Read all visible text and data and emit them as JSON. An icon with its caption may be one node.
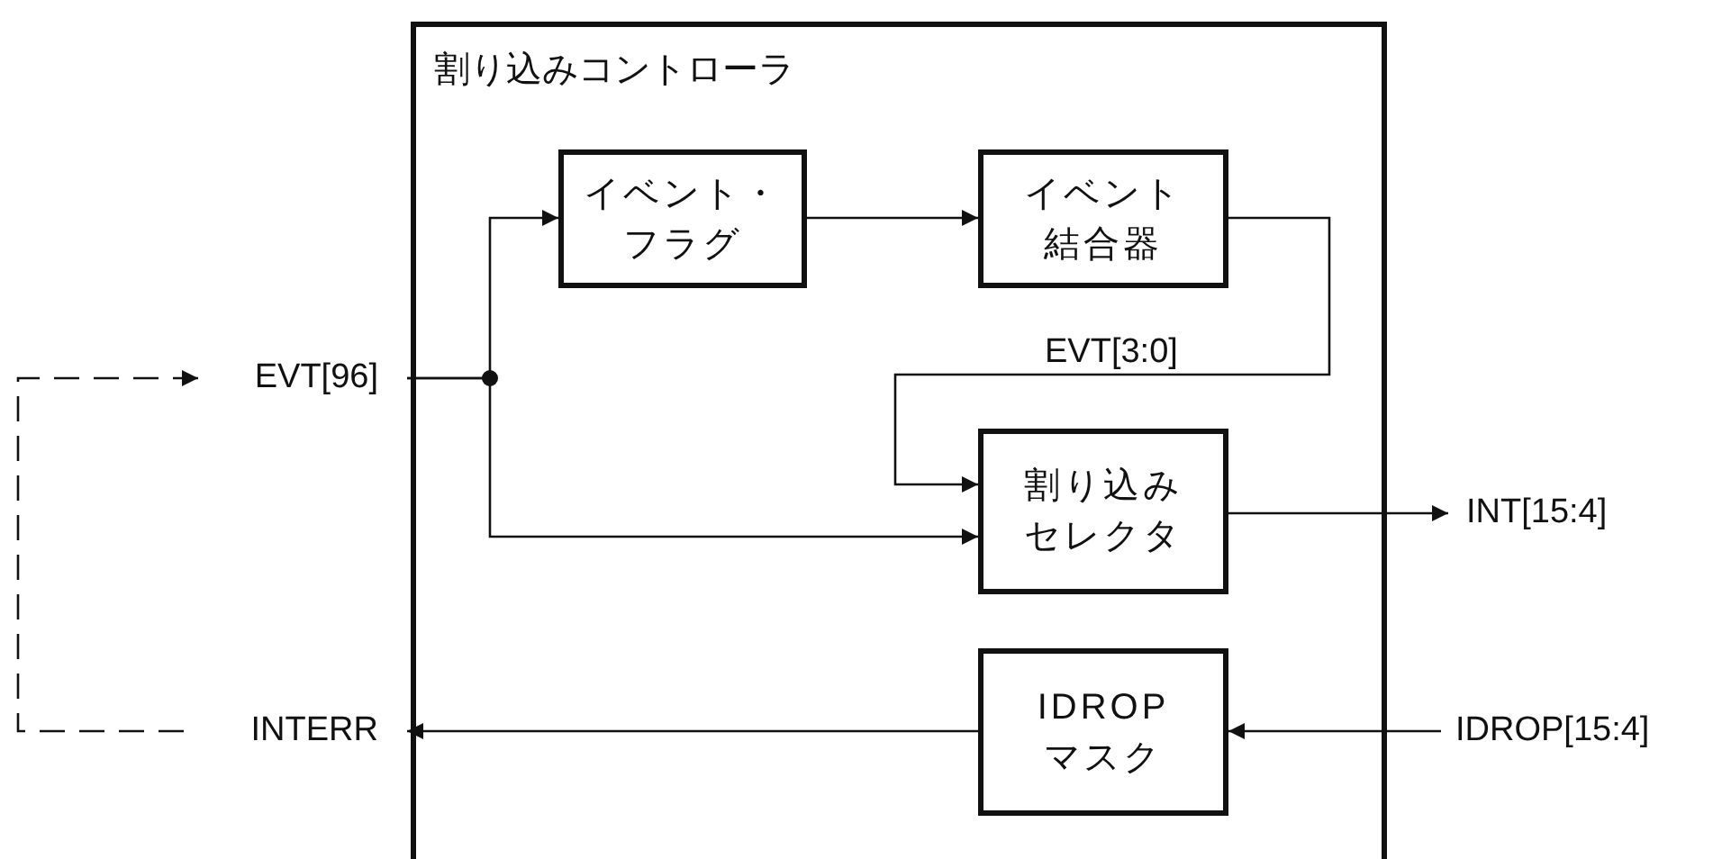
{
  "diagram": {
    "nodes": [
      {
        "text": [
          "割り込みコントローラ"
        ]
      },
      {
        "text": [
          "イベント・フラグ"
        ],
        "in": 0
      },
      {
        "text": [
          "イベント結合器"
        ],
        "in": 0
      },
      {
        "text": [
          "割り込みセレクタ"
        ],
        "in": 0
      },
      {
        "text": [
          "IDROPマスク"
        ],
        "in": 0
      },
      {
        "text": [
          "EVT[96]"
        ]
      },
      {
        "text": [
          "INT[15:4]"
        ]
      },
      {
        "text": [
          "INTERR"
        ]
      },
      {
        "text": [
          "IDROP[15:4]"
        ]
      }
    ],
    "edges": [
      {
        "from": 5,
        "to": 1,
        "arrow": "to"
      },
      {
        "from": 5,
        "to": 3,
        "arrow": "to"
      },
      {
        "from": 1,
        "to": 2,
        "arrow": "to"
      },
      {
        "from": 2,
        "to": 3,
        "arrow": "to",
        "label": "EVT[3:0]"
      },
      {
        "from": 3,
        "to": 6,
        "arrow": "to"
      },
      {
        "from": 8,
        "to": 4,
        "arrow": "to"
      },
      {
        "from": 4,
        "to": 7,
        "arrow": "to"
      },
      {
        "from": 7,
        "to": 5,
        "arrow": "to",
        "style": "dashed"
      }
    ]
  }
}
